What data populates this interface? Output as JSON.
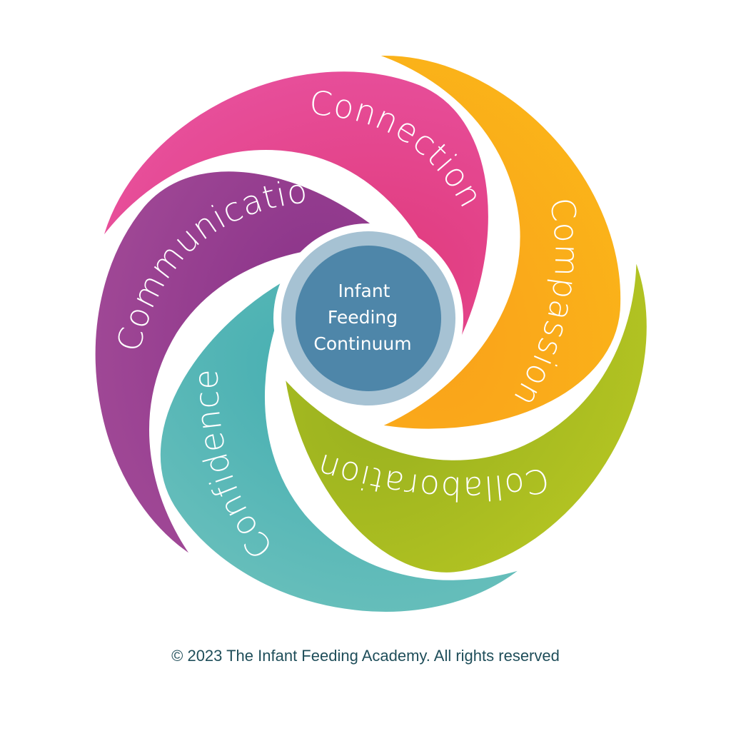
{
  "diagram": {
    "center": {
      "lines": [
        "Infant",
        "Feeding",
        "Continuum"
      ],
      "fill": "#4e86a9",
      "ring": "#a6c2d3"
    },
    "petals": [
      {
        "label": "Connection",
        "color": "#e8519e",
        "dark": "#e03a7c"
      },
      {
        "label": "Compassion",
        "color": "#fbb519",
        "dark": "#f9a11a"
      },
      {
        "label": "Collaboration",
        "color": "#b5c522",
        "dark": "#98b01f"
      },
      {
        "label": "Confidence",
        "color": "#6ac0bc",
        "dark": "#45aeb1"
      },
      {
        "label": "Communication",
        "color": "#a24a97",
        "dark": "#8a3389"
      }
    ]
  },
  "footer": "© 2023 The Infant Feeding Academy. All rights reserved"
}
